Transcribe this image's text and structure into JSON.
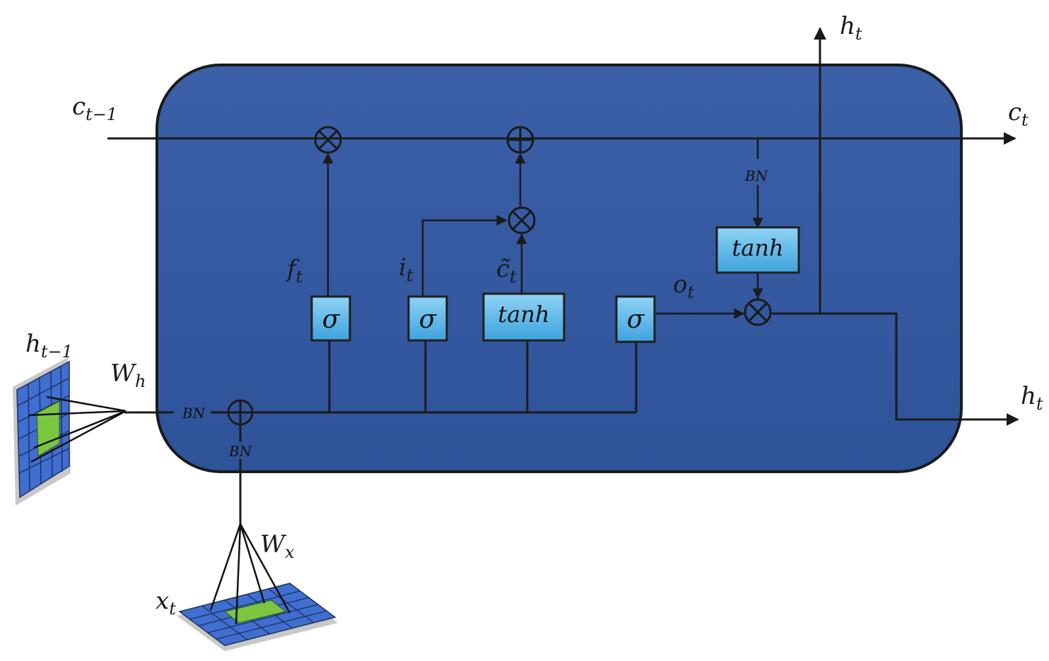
{
  "colors": {
    "cell": "#3a5ea6",
    "cell_border": "#1a1a1a",
    "gate": "#5bb6e6",
    "gate_border": "#1f1f1f",
    "grid_blue": "#3f6fd0",
    "grid_green": "#7ac63f"
  },
  "labels": {
    "c_prev": "c",
    "c_prev_sub": "t−1",
    "c_next": "c",
    "c_next_sub": "t",
    "h_top": "h",
    "h_top_sub": "t",
    "h_right": "h",
    "h_right_sub": "t",
    "h_prev": "h",
    "h_prev_sub": "t−1",
    "w_h": "W",
    "w_h_sub": "h",
    "w_x": "W",
    "w_x_sub": "x",
    "x_t": "x",
    "x_t_sub": "t",
    "f_t": "f",
    "f_t_sub": "t",
    "i_t": "i",
    "i_t_sub": "t",
    "c_tilde": "c̃",
    "c_tilde_sub": "t",
    "o_t": "o",
    "o_t_sub": "t"
  },
  "bn_labels": {
    "bn_cell": "BN",
    "bn_h": "BN",
    "bn_x": "BN"
  },
  "gates": {
    "forget": "σ",
    "input": "σ",
    "candidate": "tanh",
    "output": "σ",
    "cell_tanh": "tanh"
  },
  "ops": {
    "mult_symbol": "⊗",
    "add_symbol": "⊕"
  },
  "icons": {
    "multiply": "multiply-icon",
    "add": "add-icon",
    "feature_map": "feature-map-icon"
  }
}
